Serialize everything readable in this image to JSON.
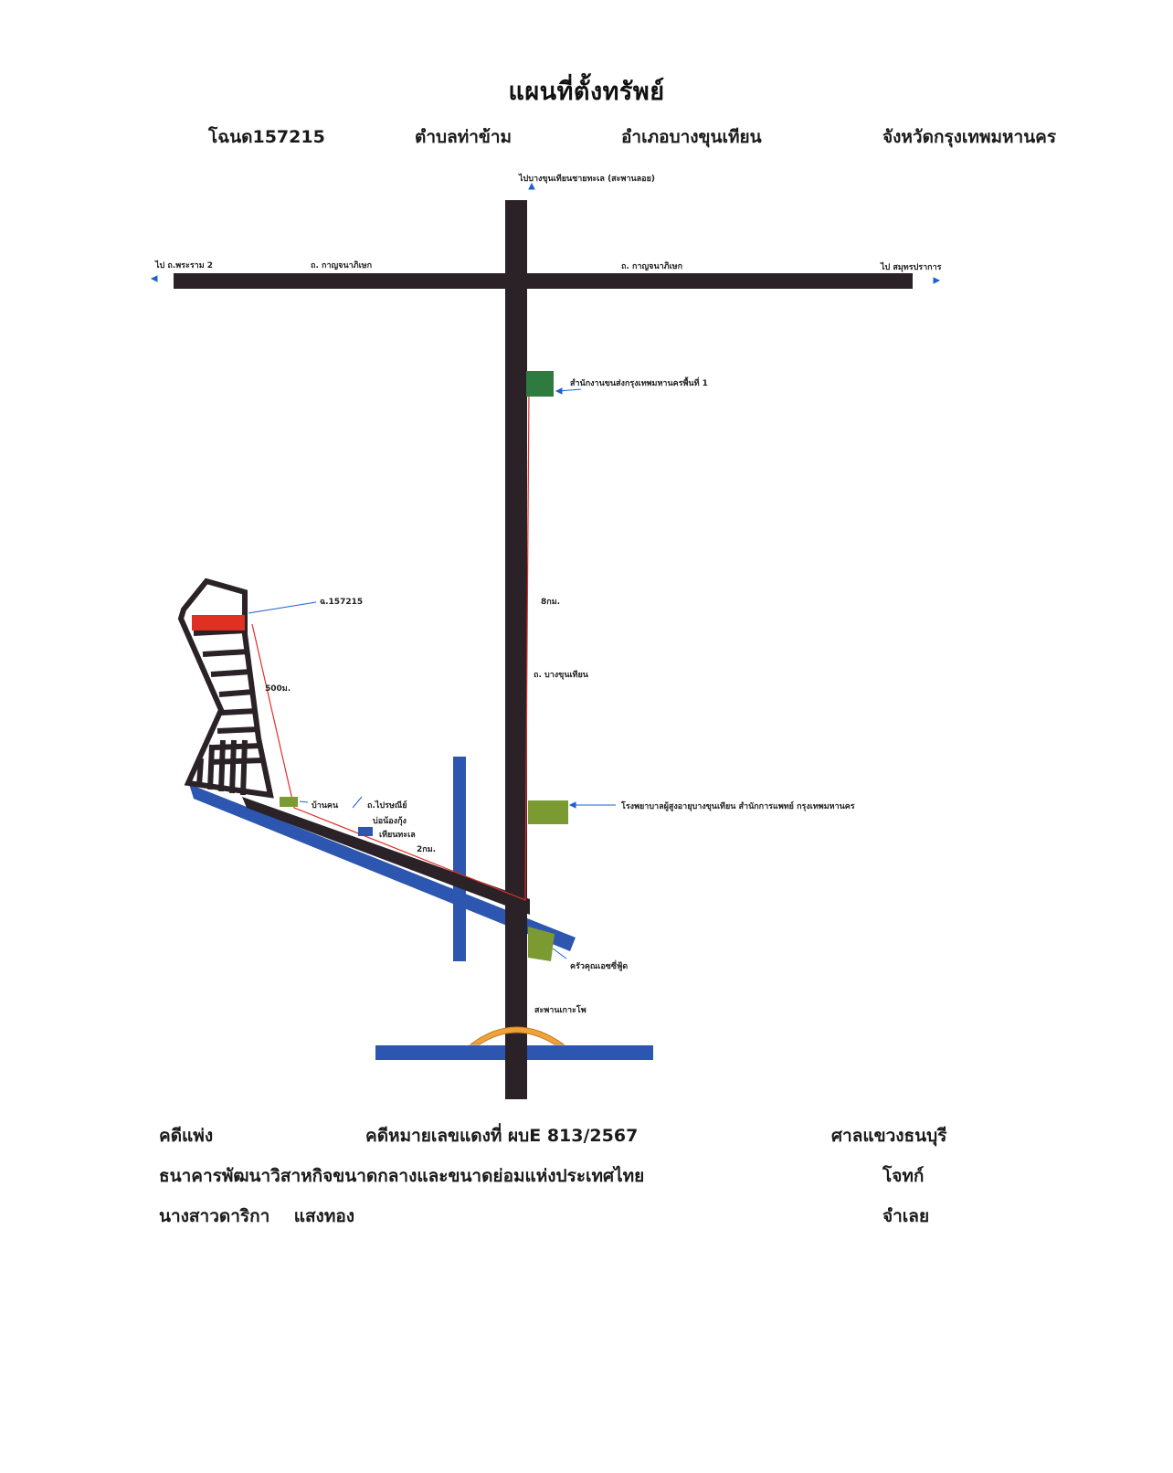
{
  "title": "แผนที่ตั้งทรัพย์",
  "header": {
    "deed": "โฉนด157215",
    "subdistrict": "ตำบลท่าข้าม",
    "district": "อำเภอบางขุนเทียน",
    "province": "จังหวัดกรุงเทพมหานคร"
  },
  "map": {
    "to_north": "ไปบางขุนเทียนชายทะเล (สะพานลอย)",
    "to_west": "ไป ถ.พระราม 2",
    "road_west": "ถ. กาญจนาภิเษก",
    "road_east": "ถ. กาญจนาภิเษก",
    "to_east": "ไป สมุทรปราการ",
    "transport_office": "สำนักงานขนส่งกรุงเทพมหานครพื้นที่ 1",
    "deed_label": "ฉ.157215",
    "dist_8km": "8กม.",
    "road_bangkhuntien": "ถ. บางขุนเทียน",
    "dist_500m": "500ม.",
    "hospital": "โรงพยาบาลผู้สูงอายุบางขุนเทียน สำนักการแพทย์ กรุงเทพมหานคร",
    "house": "บ้านคน",
    "post_office": "ถ.ไปรษณีย์",
    "shrimp_line1": "บ่อน้องกุ้ง",
    "shrimp_line2": "เทียนทะเล",
    "dist_2km": "2กม.",
    "kitchen": "ครัวคุณเอซซี่ฟู้ด",
    "bridge": "สะพานเกาะโพ",
    "colors": {
      "road": "#2a2227",
      "canal": "#2c56b0",
      "route": "#e0302a",
      "plot": "#e03022",
      "green": "#2f7a3f",
      "olive": "#7b9a32",
      "bridge": "#f0a23a",
      "arrow": "#1f5fd0"
    }
  },
  "footer": {
    "case_type": "คดีแพ่ง",
    "case_no": "คดีหมายเลขแดงที่ ผบE 813/2567",
    "court": "ศาลแขวงธนบุรี",
    "plaintiff": "ธนาคารพัฒนาวิสาหกิจขนาดกลางและขนาดย่อมแห่งประเทศไทย",
    "plaintiff_role": "โจทก์",
    "defendant": "นางสาวดาริกา    แสงทอง",
    "defendant_role": "จำเลย"
  }
}
